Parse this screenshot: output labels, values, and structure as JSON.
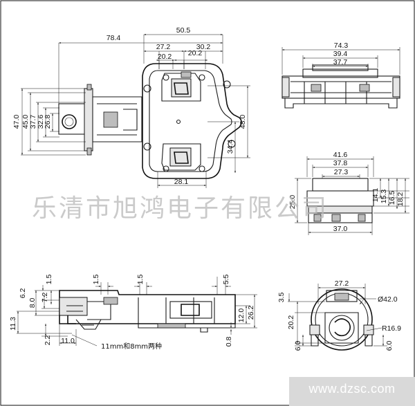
{
  "watermark": "乐清市旭鸿电子有限公司",
  "site": "www.dzsc.com",
  "views": {
    "top": {
      "dims": [
        "78.4",
        "50.5",
        "27.2",
        "30.2",
        "20.2",
        "20.2",
        "47.0",
        "45.0",
        "37.7",
        "32.6",
        "26.8",
        "48.0",
        "34.4",
        "28.1"
      ]
    },
    "right_top": {
      "dims": [
        "74.3",
        "39.4",
        "37.7"
      ]
    },
    "right_mid": {
      "dims": [
        "41.6",
        "37.8",
        "27.3",
        "25.0",
        "14.1",
        "15.3",
        "16.5",
        "18.2",
        "37.0"
      ]
    },
    "side": {
      "dims": [
        "1.5",
        "6.2",
        "8.0",
        "7.2",
        "1.5",
        "1.5",
        "5.5",
        "12.0",
        "26.2",
        "11.3",
        "2.2",
        "11.0",
        "0.8"
      ],
      "note": "11mm和8mm两种"
    },
    "round": {
      "dims": [
        "27.2",
        "Ø42.0",
        "3.5",
        "20.2",
        "R16.9",
        "6.0",
        "6.0"
      ]
    }
  }
}
